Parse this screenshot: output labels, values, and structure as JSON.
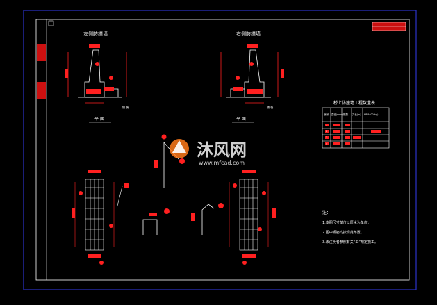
{
  "views": {
    "left_title": "左侧防撞墙",
    "right_title": "右侧防撞墙",
    "left_plan": "平 面",
    "right_plan": "平 面",
    "side_note_left": "铺 装",
    "side_note_right": "铺 装"
  },
  "table": {
    "title": "桥上防撞墙工程数量表",
    "headers": [
      "编号",
      "直径(mm)",
      "根数",
      "共长(m)",
      "HRB400(kg)"
    ],
    "rows": [
      [
        "1",
        "",
        "",
        "",
        ""
      ],
      [
        "2",
        "",
        "",
        "",
        ""
      ],
      [
        "3",
        "",
        "",
        "",
        ""
      ],
      [
        "4",
        "",
        "",
        "",
        ""
      ]
    ]
  },
  "notes": {
    "title": "注：",
    "items": [
      "1.本图尺寸单位以厘米为单位。",
      "2.图中钢筋均按规范布置。",
      "3.未注明者参照有关“工”规定施工。"
    ]
  },
  "watermark": {
    "brand": "沐风网",
    "url": "www.mfcad.com"
  },
  "colors": {
    "background": "#000000",
    "border": "#2b33c8",
    "frame": "#ffffff",
    "annotation": "#ff2020",
    "title_block": "#cc1010"
  }
}
